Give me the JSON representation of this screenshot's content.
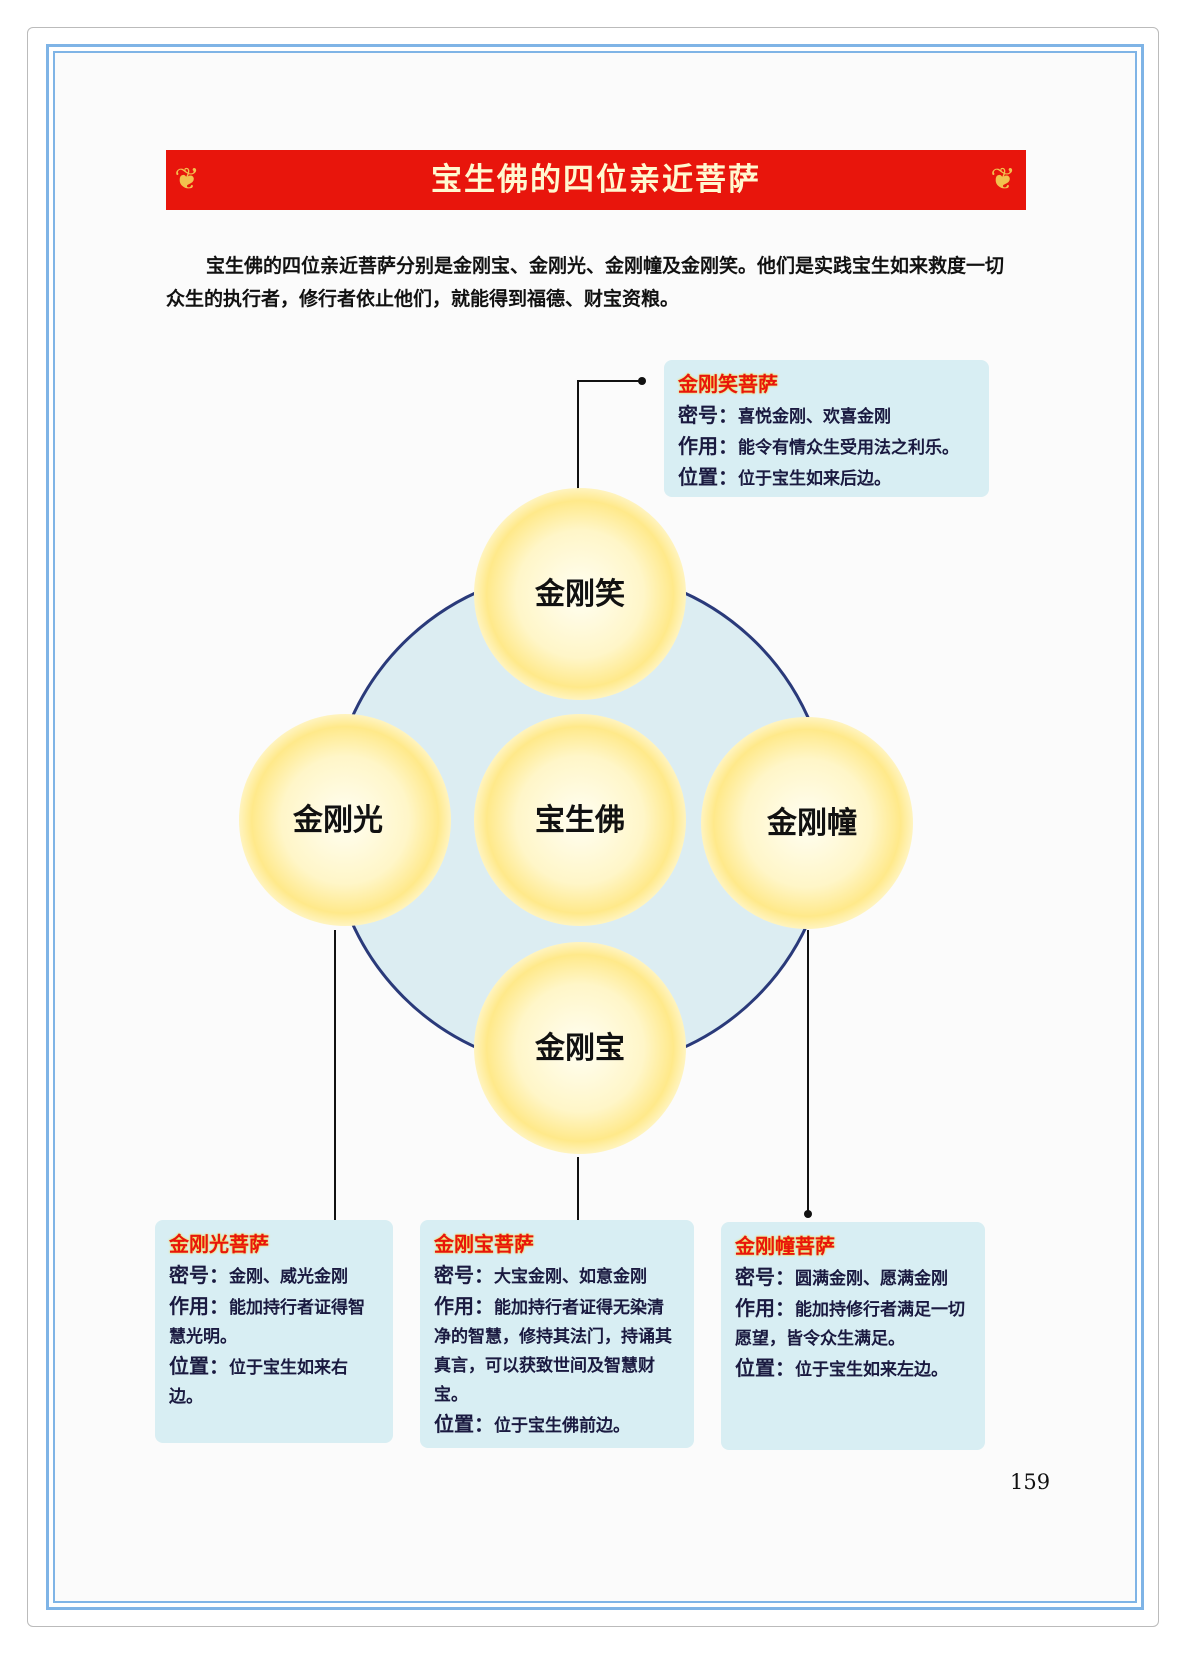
{
  "title": "宝生佛的四位亲近菩萨",
  "intro": "宝生佛的四位亲近菩萨分别是金刚宝、金刚光、金刚幢及金刚笑。他们是实践宝生如来救度一切众生的执行者，修行者依止他们，就能得到福德、财宝资粮。",
  "diagram": {
    "center": "宝生佛",
    "top": "金刚笑",
    "left": "金刚光",
    "right": "金刚幢",
    "bottom": "金刚宝"
  },
  "labels": {
    "mantra": "密号：",
    "function": "作用：",
    "position": "位置："
  },
  "boxes": {
    "xiao": {
      "title": "金刚笑菩萨",
      "mantra": "喜悦金刚、欢喜金刚",
      "function": "能令有情众生受用法之利乐。",
      "position": "位于宝生如来后边。"
    },
    "guang": {
      "title": "金刚光菩萨",
      "mantra": "金刚、威光金刚",
      "function": "能加持行者证得智慧光明。",
      "position": "位于宝生如来右边。"
    },
    "bao": {
      "title": "金刚宝菩萨",
      "mantra": "大宝金刚、如意金刚",
      "function": "能加持行者证得无染清净的智慧，修持其法门，持诵其真言，可以获致世间及智慧财宝。",
      "position": "位于宝生佛前边。"
    },
    "chuang": {
      "title": "金刚幢菩萨",
      "mantra": "圆满金刚、愿满金刚",
      "function": "能加持修行者满足一切愿望，皆令众生满足。",
      "position": "位于宝生如来左边。"
    }
  },
  "page_number": "159",
  "colors": {
    "title_bg": "#e8150c",
    "box_bg": "#d8eef3",
    "ring": "#2a3a7a",
    "orb": "#ffe98a"
  }
}
